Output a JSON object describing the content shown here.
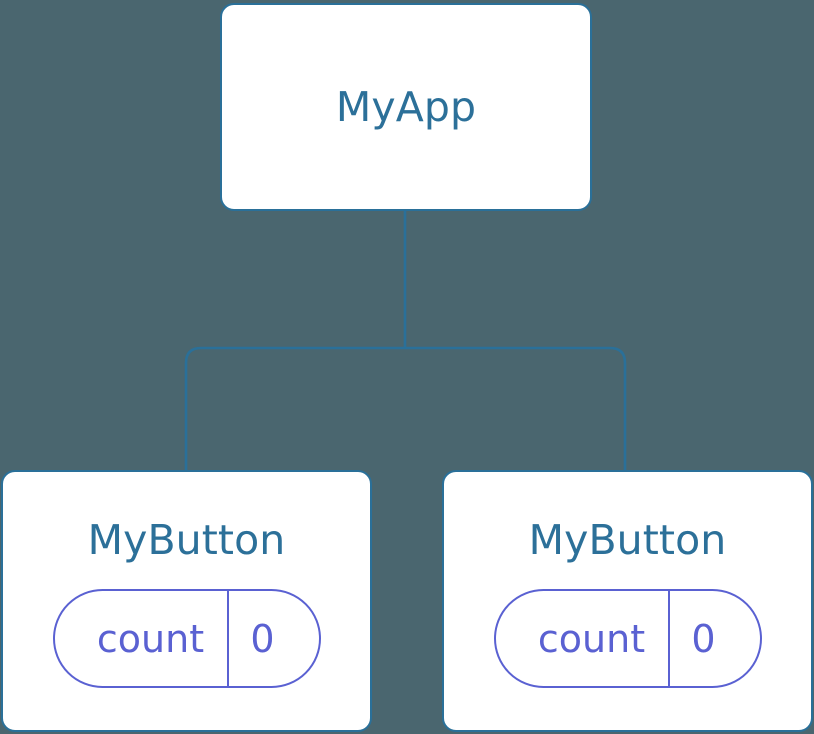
{
  "diagram": {
    "type": "component-tree",
    "background_color": "#4a666f",
    "node_border_color": "#2a7099",
    "node_fill_color": "#ffffff",
    "node_title_color": "#2c7099",
    "state_pill_color": "#5a61d2",
    "connector_color": "#2a7099"
  },
  "root": {
    "title": "MyApp"
  },
  "children": [
    {
      "title": "MyButton",
      "state": {
        "key": "count",
        "value": "0"
      }
    },
    {
      "title": "MyButton",
      "state": {
        "key": "count",
        "value": "0"
      }
    }
  ]
}
